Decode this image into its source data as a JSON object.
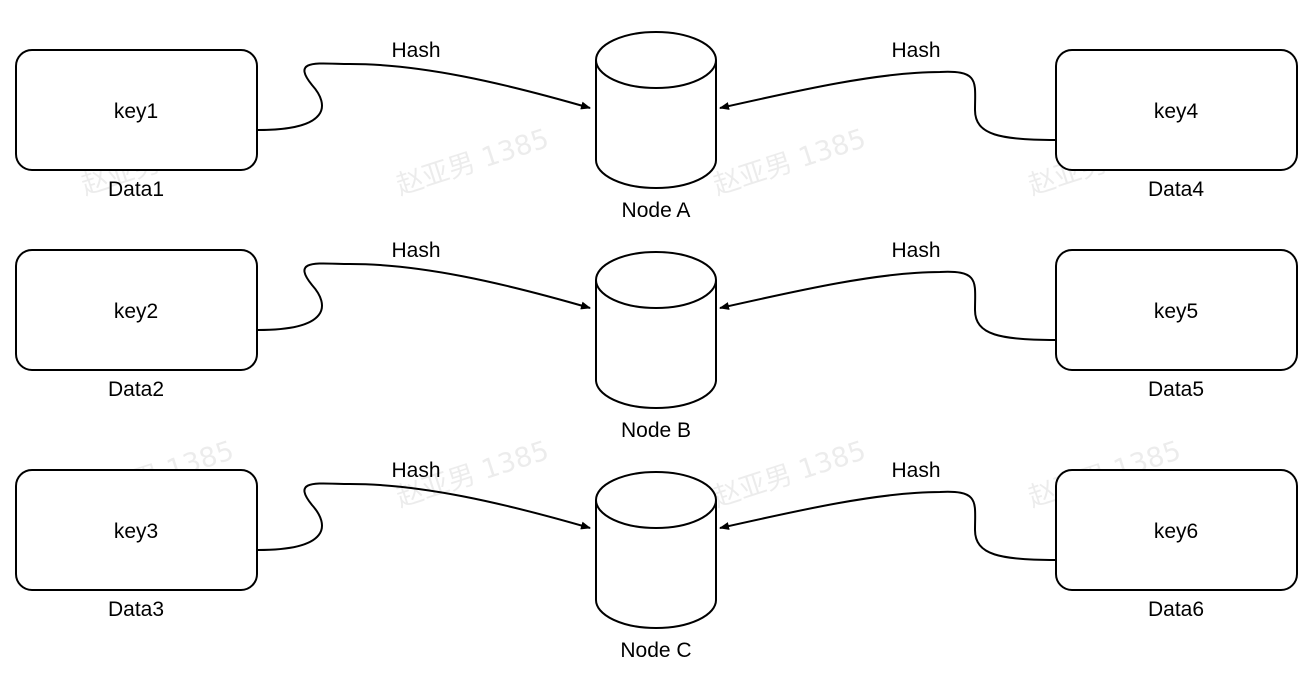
{
  "rows": [
    {
      "left": {
        "key": "key1",
        "data": "Data1"
      },
      "left_edge_label": "Hash",
      "node": "Node A",
      "right_edge_label": "Hash",
      "right": {
        "key": "key4",
        "data": "Data4"
      }
    },
    {
      "left": {
        "key": "key2",
        "data": "Data2"
      },
      "left_edge_label": "Hash",
      "node": "Node B",
      "right_edge_label": "Hash",
      "right": {
        "key": "key5",
        "data": "Data5"
      }
    },
    {
      "left": {
        "key": "key3",
        "data": "Data3"
      },
      "left_edge_label": "Hash",
      "node": "Node C",
      "right_edge_label": "Hash",
      "right": {
        "key": "key6",
        "data": "Data6"
      }
    }
  ],
  "watermark": "赵亚男 1385"
}
